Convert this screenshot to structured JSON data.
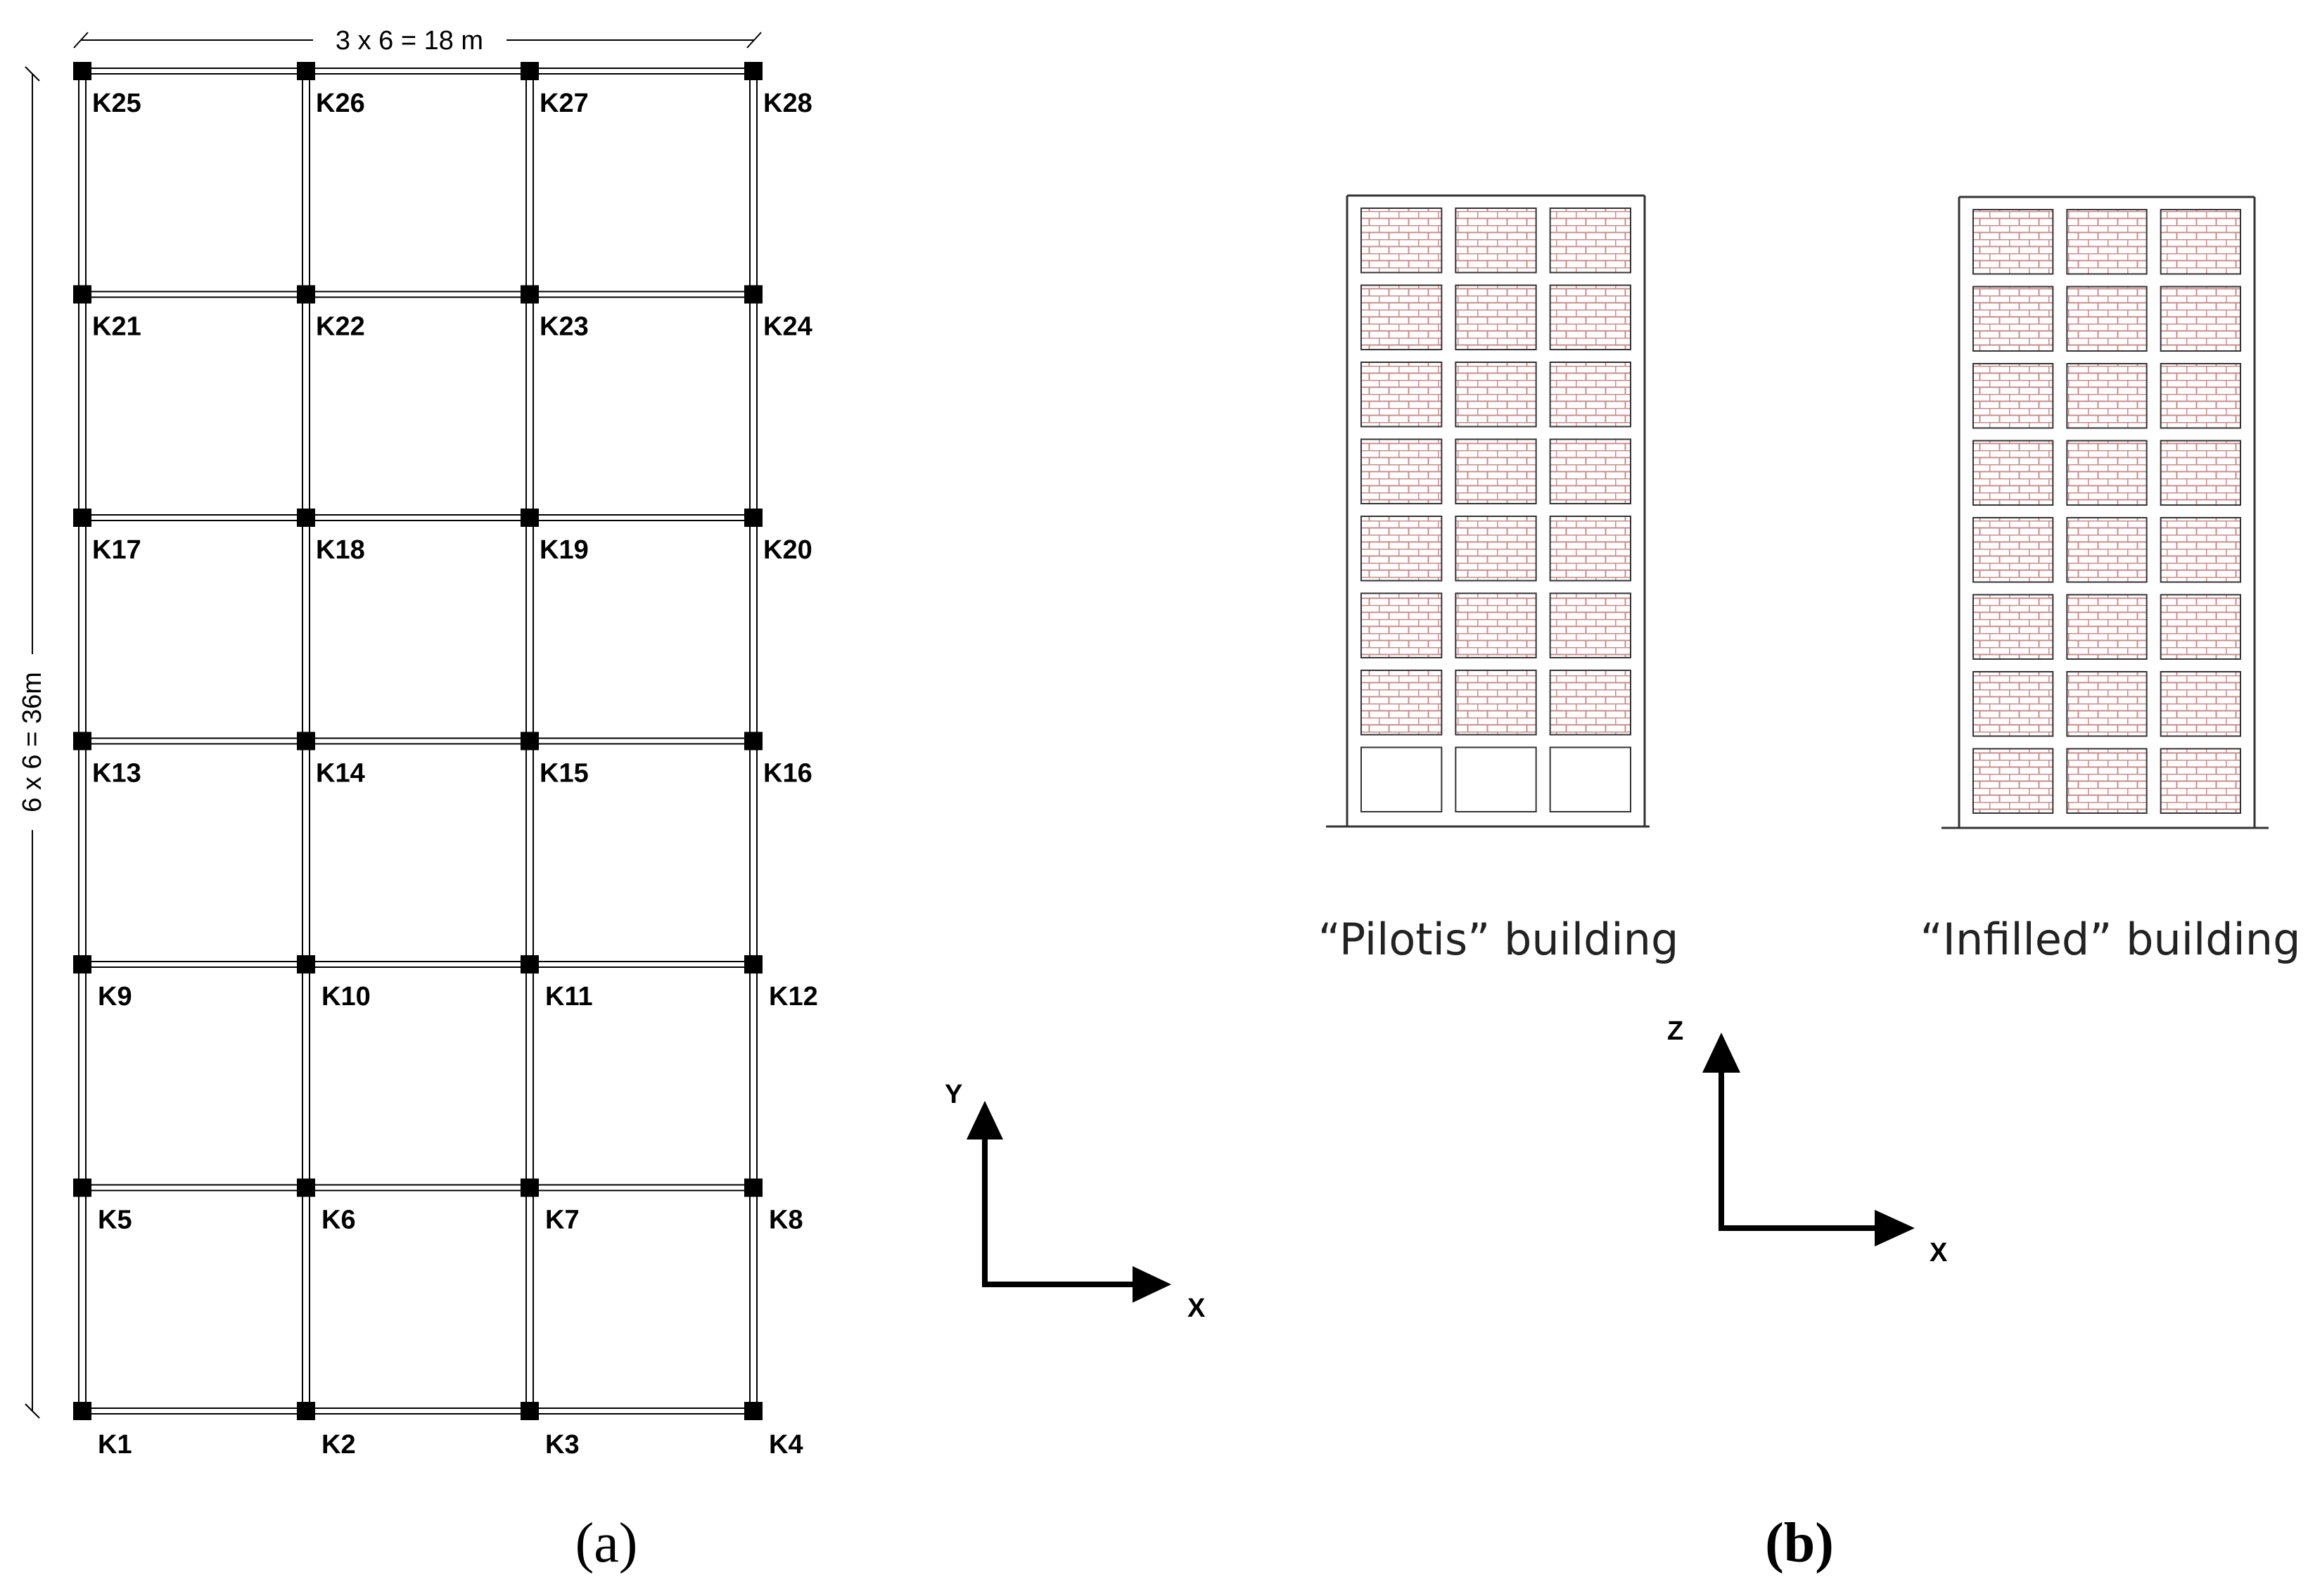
{
  "plan": {
    "top_dimension": "3 x 6 = 18 m",
    "side_dimension": "6 x 6 = 36m",
    "columns": [
      [
        "K1",
        "K2",
        "K3",
        "K4"
      ],
      [
        "K5",
        "K6",
        "K7",
        "K8"
      ],
      [
        "K9",
        "K10",
        "K11",
        "K12"
      ],
      [
        "K13",
        "K14",
        "K15",
        "K16"
      ],
      [
        "K17",
        "K18",
        "K19",
        "K20"
      ],
      [
        "K21",
        "K22",
        "K23",
        "K24"
      ],
      [
        "K25",
        "K26",
        "K27",
        "K28"
      ]
    ],
    "axes": {
      "x": "X",
      "y": "Y"
    },
    "panel_label": "a"
  },
  "elevations": {
    "buildings": [
      {
        "caption": "“Pilotis” building",
        "stories": 8,
        "infilled_stories": 7,
        "open_ground_floor": true
      },
      {
        "caption": "“Infilled” building",
        "stories": 8,
        "infilled_stories": 8,
        "open_ground_floor": false
      }
    ],
    "axes": {
      "x": "X",
      "z": "Z"
    },
    "panel_label": "b"
  },
  "colors": {
    "line": "#000000",
    "brick": "#c98c8c",
    "frame": "#333333"
  }
}
